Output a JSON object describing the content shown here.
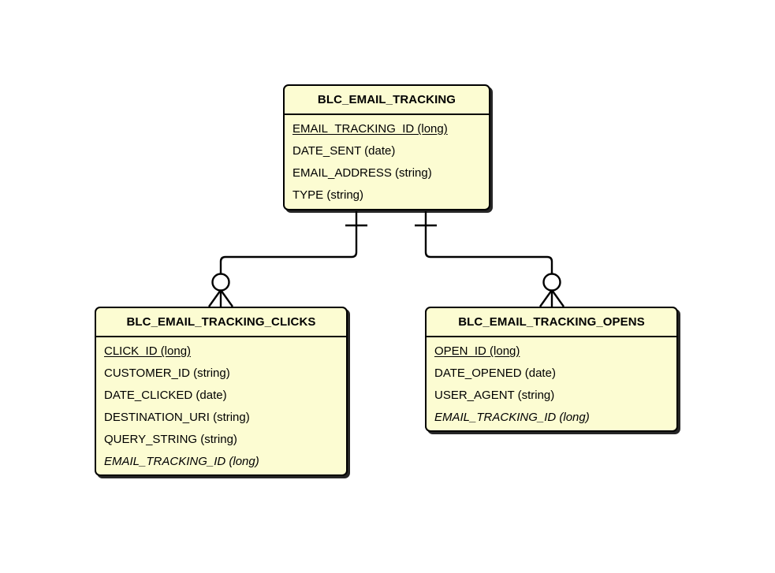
{
  "diagram": {
    "type": "entity-relationship-diagram",
    "notation": "crows-foot",
    "background_color": "#ffffff",
    "entity_fill_color": "#fcfcd2",
    "entity_border_color": "#000000",
    "line_color": "#000000",
    "entities": [
      {
        "id": "blc-email-tracking",
        "name": "BLC_EMAIL_TRACKING",
        "attributes": [
          {
            "label": "EMAIL_TRACKING_ID (long)",
            "key": "pk"
          },
          {
            "label": "DATE_SENT (date)",
            "key": "none"
          },
          {
            "label": "EMAIL_ADDRESS (string)",
            "key": "none"
          },
          {
            "label": "TYPE (string)",
            "key": "none"
          }
        ]
      },
      {
        "id": "blc-email-tracking-clicks",
        "name": "BLC_EMAIL_TRACKING_CLICKS",
        "attributes": [
          {
            "label": "CLICK_ID (long)",
            "key": "pk"
          },
          {
            "label": "CUSTOMER_ID (string)",
            "key": "none"
          },
          {
            "label": "DATE_CLICKED (date)",
            "key": "none"
          },
          {
            "label": "DESTINATION_URI (string)",
            "key": "none"
          },
          {
            "label": "QUERY_STRING (string)",
            "key": "none"
          },
          {
            "label": "EMAIL_TRACKING_ID (long)",
            "key": "fk"
          }
        ]
      },
      {
        "id": "blc-email-tracking-opens",
        "name": "BLC_EMAIL_TRACKING_OPENS",
        "attributes": [
          {
            "label": "OPEN_ID (long)",
            "key": "pk"
          },
          {
            "label": "DATE_OPENED (date)",
            "key": "none"
          },
          {
            "label": "USER_AGENT (string)",
            "key": "none"
          },
          {
            "label": "EMAIL_TRACKING_ID (long)",
            "key": "fk"
          }
        ]
      }
    ],
    "relationships": [
      {
        "id": "tracking-to-clicks",
        "from": "blc-email-tracking",
        "to": "blc-email-tracking-clicks",
        "from_cardinality": "one",
        "to_cardinality": "zero-or-many"
      },
      {
        "id": "tracking-to-opens",
        "from": "blc-email-tracking",
        "to": "blc-email-tracking-opens",
        "from_cardinality": "one",
        "to_cardinality": "zero-or-many"
      }
    ]
  }
}
